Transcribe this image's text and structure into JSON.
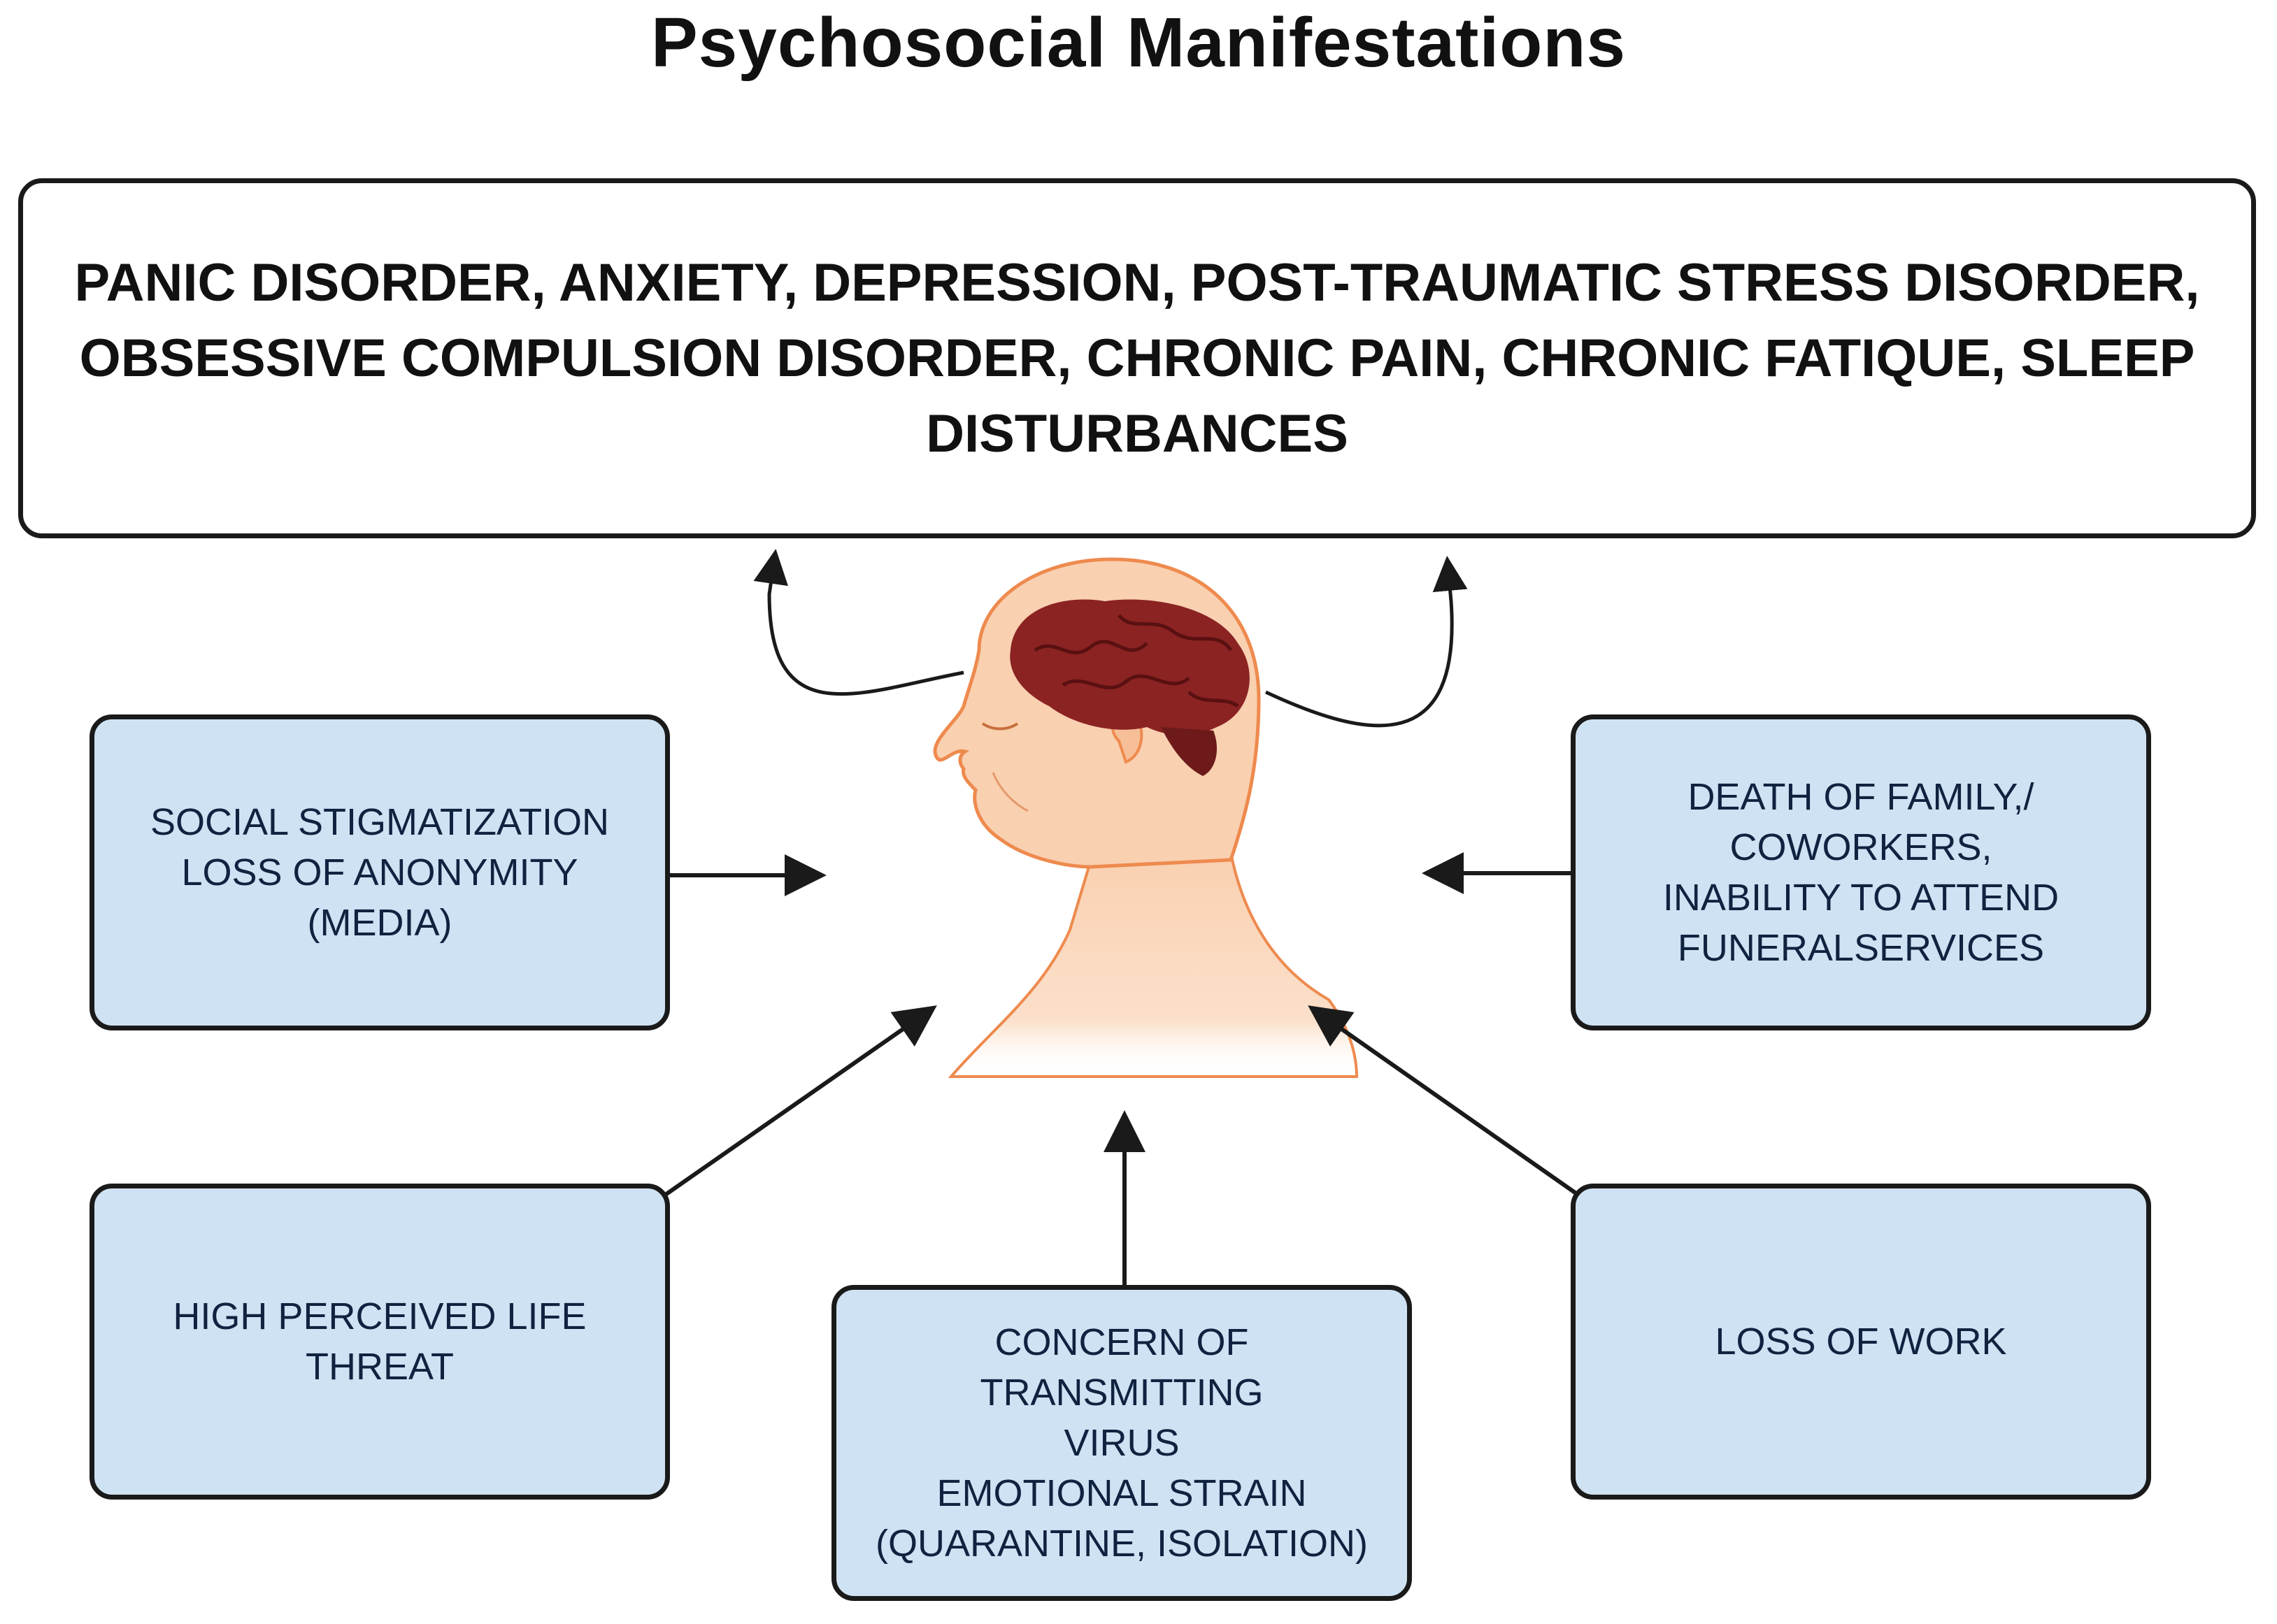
{
  "title": "Psychosocial Manifestations",
  "manifestations": "PANIC DISORDER, ANXIETY, DEPRESSION, POST-TRAUMATIC STRESS DISORDER, OBSESSIVE COMPULSION DISORDER, CHRONIC PAIN, CHRONIC FATIQUE, SLEEP DISTURBANCES",
  "causes": {
    "stigma": "SOCIAL STIGMATIZATION\nLOSS OF ANONYMITY (MEDIA)",
    "death": "DEATH OF FAMILY,/\nCOWORKERS,\nINABILITY TO ATTEND\nFUNERALSERVICES",
    "threat": "HIGH PERCEIVED LIFE THREAT",
    "concern": "CONCERN OF TRANSMITTING\nVIRUS\nEMOTIONAL STRAIN\n(QUARANTINE, ISOLATION)",
    "work": "LOSS OF WORK"
  },
  "colors": {
    "box_fill": "#cfe2f3",
    "skin": "#f9d0b0",
    "skin_outline": "#ee8a4e",
    "brain": "#8b2323"
  },
  "icons": {
    "center": "human-head-with-brain-icon"
  }
}
